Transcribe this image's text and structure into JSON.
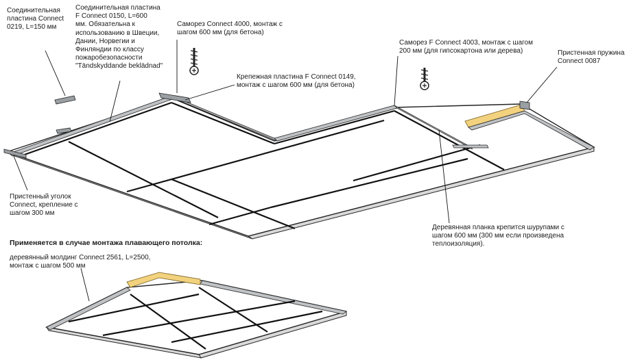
{
  "labels": {
    "connector_0219": "Соединительная\nпластина Connect\n0219, L=150 мм",
    "connector_0150": "Соединительная пластина\nF Connect 0150, L=600\nмм. Обязательна к\nиспользованию в Швеции,\nДании, Норвегии и\nФинляндии по классу\nпожаробезопасности\n\"Tändskyddande beklädnad\"",
    "screw_4000": "Саморез Connect 4000, монтаж с\nшагом 600 мм (для бетона)",
    "plate_0149": "Крепежная пластина F Connect 0149,\nмонтаж с шагом 600 мм (для бетона)",
    "screw_4003": "Саморез F Connect 4003, монтаж с шагом\n200 мм (для гипсокартона или дерева)",
    "spring_0087": "Пристенная пружина\nConnect 0087",
    "wall_angle": "Пристенный уголок\nConnect, крепление с\nшагом 300 мм",
    "wood_batten": "Деревянная планка крепится шурупами с\nшагом 600 мм (300 мм если произведена\nтеплоизоляция).",
    "floating_heading": "Применяется в случае монтажа плавающего потолка:",
    "molding_2561": "деревянный молдинг Connect 2561, L=2500,\nмонтаж с шагом 500 мм"
  },
  "colors": {
    "wood": "#f2d27e",
    "metal": "#bfc2c4",
    "line": "#111111"
  }
}
